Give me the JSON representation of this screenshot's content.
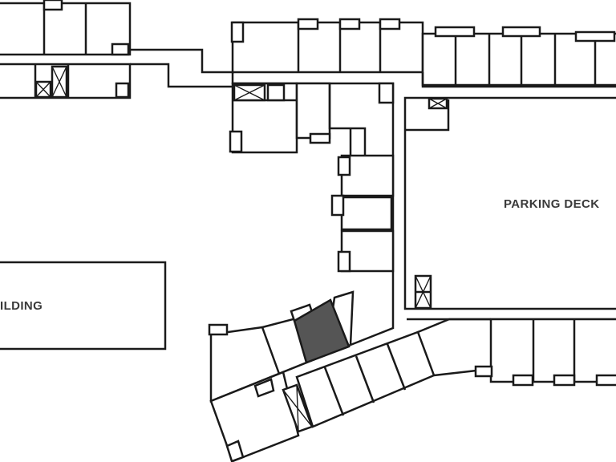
{
  "map": {
    "labels": {
      "parking_deck": "PARKING DECK",
      "building": "ILDING"
    },
    "colors": {
      "background": "#ffffff",
      "walls": "#1a1a1a",
      "highlighted_unit": "#555555",
      "label_text": "#3a3a3a"
    },
    "highlighted_unit": "selected-unit"
  }
}
